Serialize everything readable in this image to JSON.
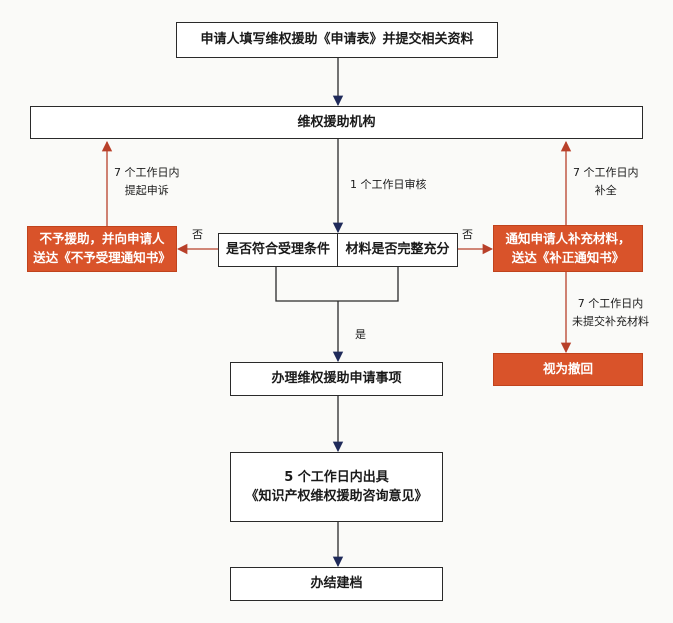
{
  "boxes": {
    "apply": "申请人填写维权援助《申请表》并提交相关资料",
    "agency": "维权援助机构",
    "check_qualify": "是否符合受理条件",
    "check_materials": "材料是否完整充分",
    "reject_line1": "不予援助，并向申请人",
    "reject_line2": "送达《不予受理通知书》",
    "supplement_line1": "通知申请人补充材料，",
    "supplement_line2": "送达《补正通知书》",
    "withdraw": "视为撤回",
    "handle": "办理维权援助申请事项",
    "opinion_line1": "5 个工作日内出具",
    "opinion_line2": "《知识产权维权援助咨询意见》",
    "archive": "办结建档"
  },
  "labels": {
    "review": "1 个工作日审核",
    "appeal_line1": "7 个工作日内",
    "appeal_line2": "提起申诉",
    "supplement_days_line1": "7 个工作日内",
    "supplement_days_line2": "补全",
    "not_submitted_line1": "7 个工作日内",
    "not_submitted_line2": "未提交补充材料",
    "no_left": "否",
    "no_right": "否",
    "yes": "是"
  },
  "colors": {
    "orange_fill": "#d9532a",
    "red_arrow": "#b8402a",
    "blue_arrow": "#1f2a5a",
    "border": "#2a2a2a"
  }
}
